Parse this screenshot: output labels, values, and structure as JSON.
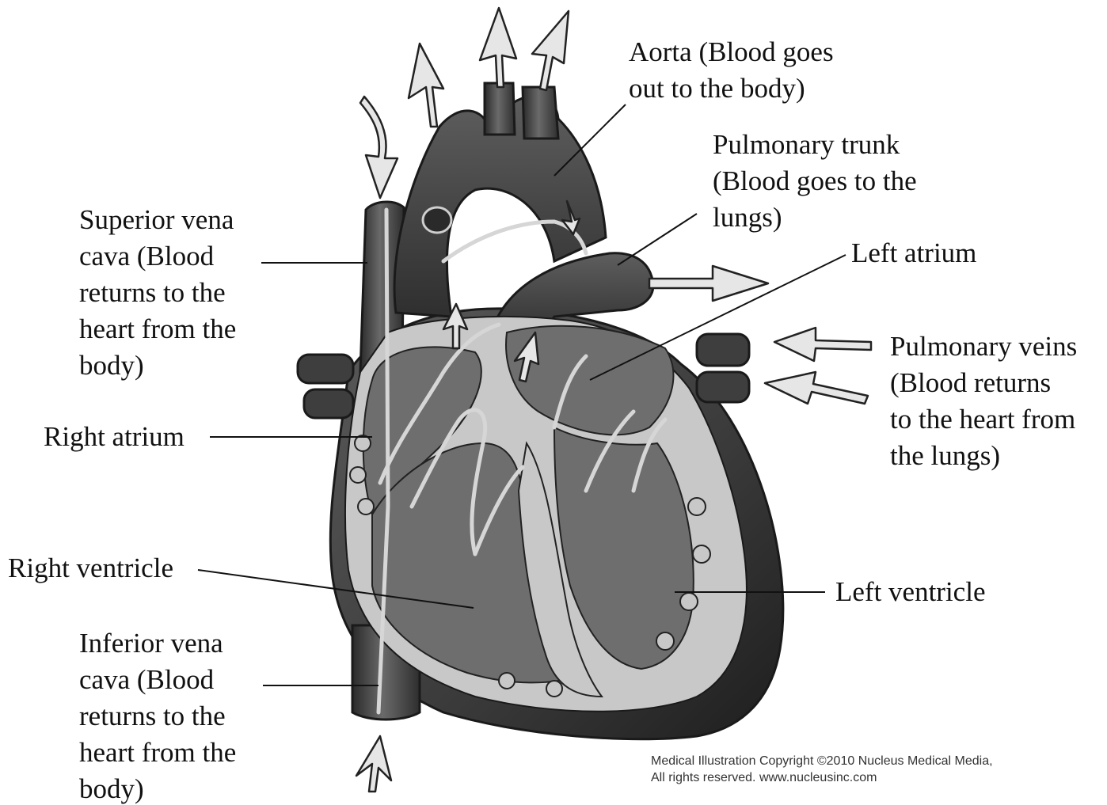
{
  "labels": {
    "aorta": [
      "Aorta (Blood goes",
      "out to the body)"
    ],
    "pulmonary_trunk": [
      "Pulmonary trunk",
      "(Blood goes to the",
      "lungs)"
    ],
    "left_atrium": [
      "Left atrium"
    ],
    "pulmonary_veins": [
      "Pulmonary veins",
      "(Blood returns",
      "to the heart from",
      "the lungs)"
    ],
    "superior_vena_cava": [
      "Superior vena",
      "cava (Blood",
      "returns to the",
      "heart from the",
      "body)"
    ],
    "right_atrium": [
      "Right atrium"
    ],
    "right_ventricle": [
      "Right ventricle"
    ],
    "left_ventricle": [
      "Left ventricle"
    ],
    "inferior_vena_cava": [
      "Inferior vena",
      "cava (Blood",
      "returns to the",
      "heart from the",
      "body)"
    ]
  },
  "copyright": [
    "Medical Illustration Copyright ©2010 Nucleus Medical Media,",
    "All rights reserved. www.nucleusinc.com"
  ],
  "colors": {
    "background": "#ffffff",
    "heart_dark": "#3c3c3c",
    "chamber_mid": "#6e6e6e",
    "wall_light": "#c8c8c8",
    "arrow_fill": "#e6e6e6",
    "text": "#111111"
  }
}
